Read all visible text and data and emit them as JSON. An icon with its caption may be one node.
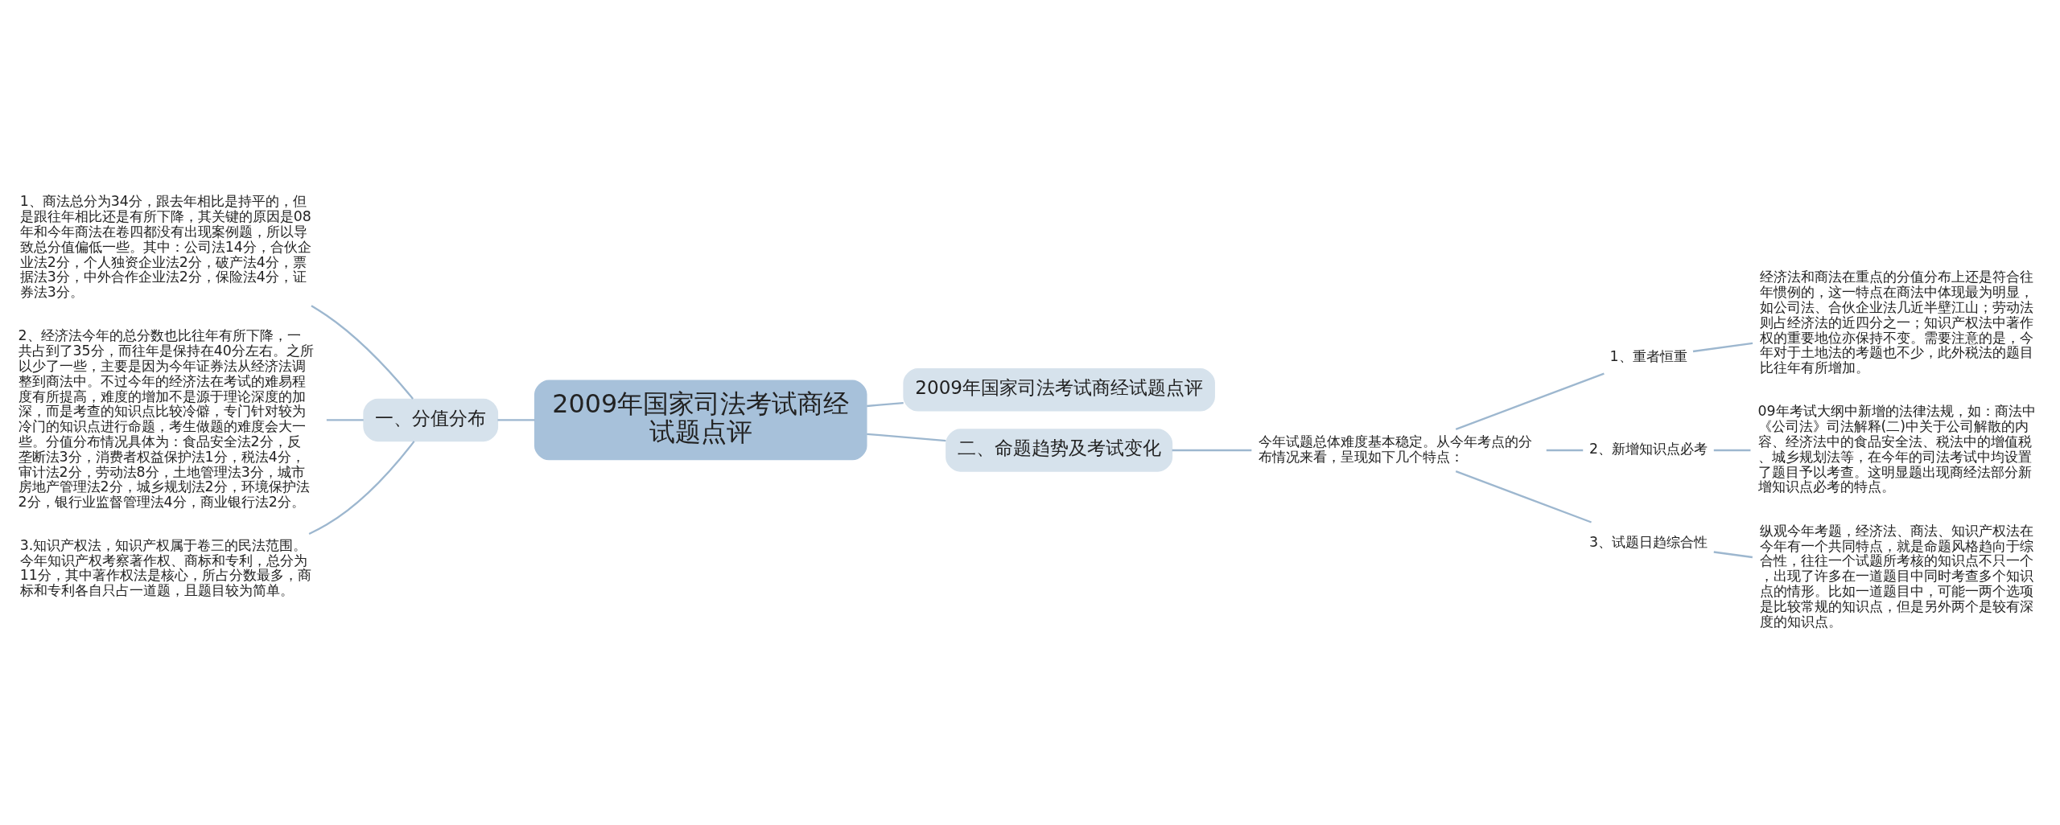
{
  "diagram": {
    "nodes": [
      {
        "text": [
          "2009年国家司法考试商经试题点评"
        ]
      },
      {
        "text": [
          "一、分值分布"
        ]
      },
      {
        "text": [
          "1、商法总分为34分，跟去年相比是持平的，但是跟往年相比还是有所下降，其关键的原因是08年和今年商法在卷四都没有出现案例题，所以导致总分值偏低一些。其中：公司法14分，合伙企业法2分，个人独资企业法2分，破产法4分，票据法3分，中外合作企业法2分，保险法4分，证券法3分。"
        ]
      },
      {
        "text": [
          "2、经济法今年的总分数也比往年有所下降，一共占到了35分，而往年是保持在40分左右。之所以少了一些，主要是因为今年证券法从经济法调整到商法中。不过今年的经济法在考试的难易程度有所提高，难度的增加不是源于理论深度的加深，而是考查的知识点比较冷僻，专门针对较为冷门的知识点进行命题，考生做题的难度会大一些。分值分布情况具体为：食品安全法2分，反垄断法3分，消费者权益保护法1分，税法4分，审计法2分，劳动法8分，土地管理法3分，城市房地产管理法2分，城乡规划法2分，环境保护法2分，银行业监督管理法4分，商业银行法2分。"
        ]
      },
      {
        "text": [
          "3.知识产权法，知识产权属于卷三的民法范围。今年知识产权考察著作权、商标和专利，总分为11分，其中著作权法是核心，所占分数最多，商标和专利各自只占一道题，且题目较为简单。"
        ]
      },
      {
        "text": [
          "2009年国家司法考试商经试题点评"
        ]
      },
      {
        "text": [
          "二、命题趋势及考试变化"
        ]
      },
      {
        "text": [
          "今年试题总体难度基本稳定。从今年考点的分布情况来看，呈现如下几个特点："
        ]
      },
      {
        "text": [
          "1、重者恒重"
        ]
      },
      {
        "text": [
          "经济法和商法在重点的分值分布上还是符合往年惯例的，这一特点在商法中体现最为明显，如公司法、合伙企业法几近半壁江山；劳动法则占经济法的近四分之一；知识产权法中著作权的重要地位亦保持不变。需要注意的是，今年对于土地法的考题也不少，此外税法的题目比往年有所增加。"
        ]
      },
      {
        "text": [
          "2、新增知识点必考"
        ]
      },
      {
        "text": [
          "09年考试大纲中新增的法律法规，如：商法中《公司法》司法解释(二)中关于公司解散的内容、经济法中的食品安全法、税法中的增值税、城乡规划法等，在今年的司法考试中均设置了题目予以考查。这明显题出现商经法部分新增知识点必考的特点。"
        ]
      },
      {
        "text": [
          "3、试题日趋综合性"
        ]
      },
      {
        "text": [
          "纵观今年考题，经济法、商法、知识产权法在今年有一个共同特点，就是命题风格趋向于综合性，往往一个试题所考核的知识点不只一个，出现了许多在一道题目中同时考查多个知识点的情形。比如一道题目中，可能一两个选项是比较常规的知识点，但是另外两个是较有深度的知识点。"
        ]
      }
    ],
    "edges": [
      {
        "from": 0,
        "to": 1,
        "arrow": "none"
      },
      {
        "from": 1,
        "to": 2,
        "arrow": "none"
      },
      {
        "from": 1,
        "to": 3,
        "arrow": "none"
      },
      {
        "from": 1,
        "to": 4,
        "arrow": "none"
      },
      {
        "from": 0,
        "to": 5,
        "arrow": "none"
      },
      {
        "from": 0,
        "to": 6,
        "arrow": "none"
      },
      {
        "from": 6,
        "to": 7,
        "arrow": "none"
      },
      {
        "from": 7,
        "to": 8,
        "arrow": "none"
      },
      {
        "from": 8,
        "to": 9,
        "arrow": "none"
      },
      {
        "from": 7,
        "to": 10,
        "arrow": "none"
      },
      {
        "from": 10,
        "to": 11,
        "arrow": "none"
      },
      {
        "from": 7,
        "to": 12,
        "arrow": "none"
      },
      {
        "from": 12,
        "to": 13,
        "arrow": "none"
      }
    ]
  }
}
